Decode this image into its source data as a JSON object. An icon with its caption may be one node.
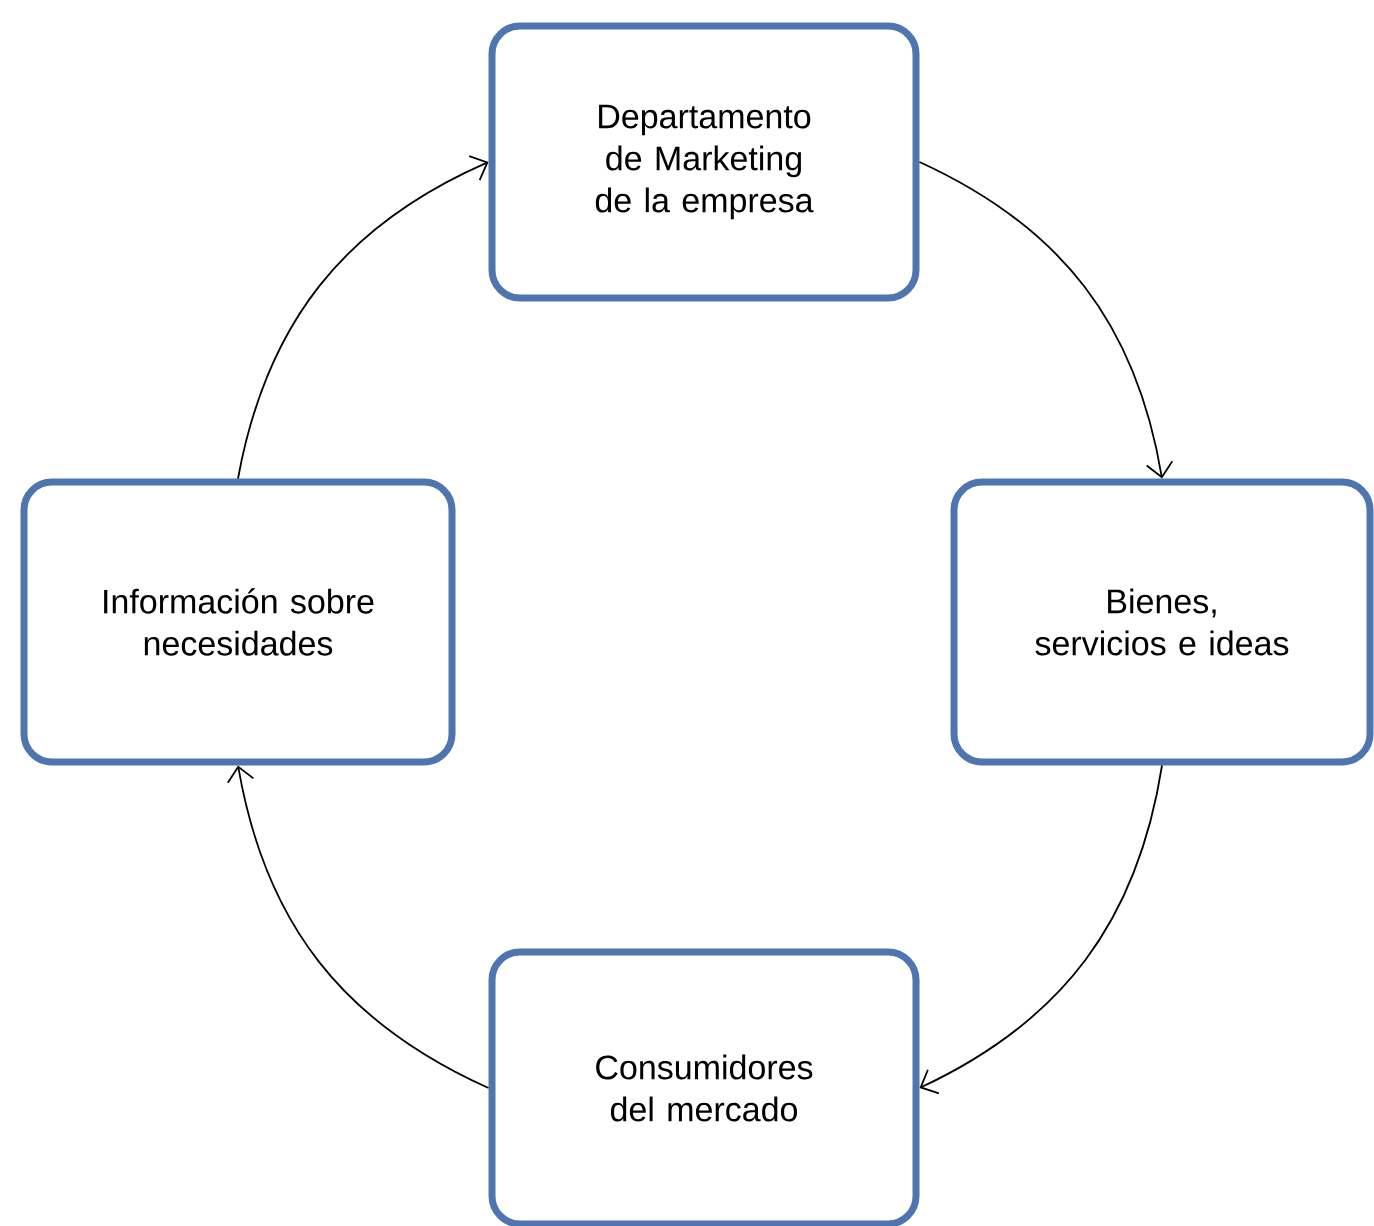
{
  "diagram": {
    "nodes": [
      {
        "text": [
          "Departamento de Marketing de la empresa"
        ]
      },
      {
        "text": [
          "Bienes, servicios e ideas"
        ]
      },
      {
        "text": [
          "Consumidores del mercado"
        ]
      },
      {
        "text": [
          "Información sobre necesidades"
        ]
      }
    ],
    "edges": [
      {
        "from": 0,
        "to": 1,
        "arrow": "to"
      },
      {
        "from": 1,
        "to": 2,
        "arrow": "to"
      },
      {
        "from": 2,
        "to": 3,
        "arrow": "to"
      },
      {
        "from": 3,
        "to": 0,
        "arrow": "to"
      }
    ]
  }
}
